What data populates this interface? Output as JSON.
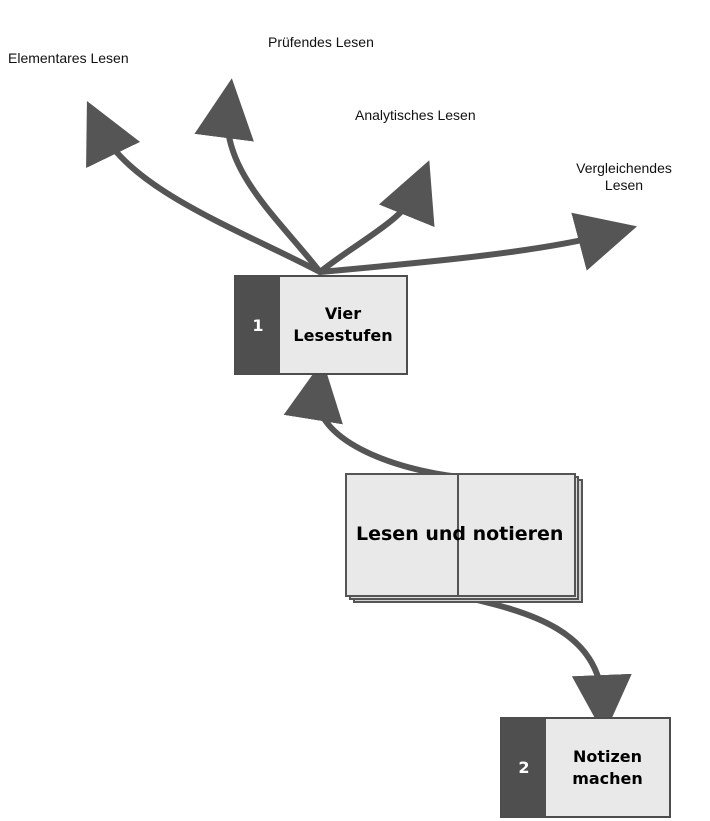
{
  "diagram": {
    "targets": {
      "elementary": "Elementares Lesen",
      "inspectional": "Prüfendes Lesen",
      "analytical": "Analytisches Lesen",
      "comparative_line1": "Vergleichendes",
      "comparative_line2": "Lesen"
    },
    "node1": {
      "number": "1",
      "title_line1": "Vier",
      "title_line2": "Lesestufen"
    },
    "book": {
      "title": "Lesen und notieren"
    },
    "node2": {
      "number": "2",
      "title_line1": "Notizen",
      "title_line2": "machen"
    },
    "colors": {
      "arrow": "#555555",
      "box_fill": "#e9e9e9",
      "number_fill": "#4f4f4f",
      "border": "#4d4d4d"
    }
  }
}
